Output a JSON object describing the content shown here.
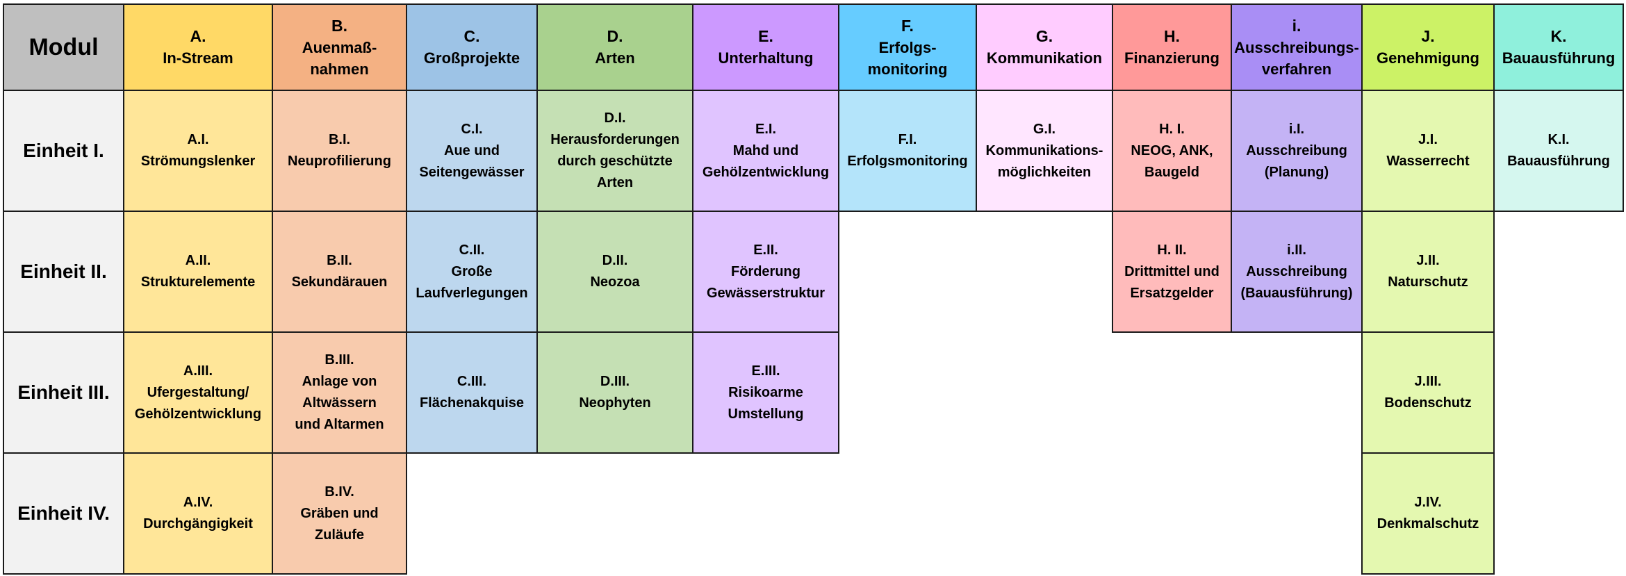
{
  "corner_label": "Modul",
  "units": [
    "Einheit I.",
    "Einheit II.",
    "Einheit III.",
    "Einheit IV."
  ],
  "columns": [
    {
      "key": "A",
      "header": [
        "A.",
        "In-Stream"
      ],
      "header_color": "#FFD966",
      "cell_color": "#FFE699",
      "cells": [
        [
          "A.I.",
          "Strömungslenker"
        ],
        [
          "A.II.",
          "Strukturelemente"
        ],
        [
          "A.III.",
          "Ufergestaltung/",
          "Gehölzentwicklung"
        ],
        [
          "A.IV.",
          "Durchgängigkeit"
        ]
      ]
    },
    {
      "key": "B",
      "header": [
        "B.",
        "Auenmaß-",
        "nahmen"
      ],
      "header_color": "#F4B183",
      "cell_color": "#F8CBAD",
      "cells": [
        [
          "B.I.",
          "Neuprofilierung"
        ],
        [
          "B.II.",
          "Sekundärauen"
        ],
        [
          "B.III.",
          "Anlage von",
          "Altwässern",
          "und Altarmen"
        ],
        [
          "B.IV.",
          "Gräben und",
          "Zuläufe"
        ]
      ]
    },
    {
      "key": "C",
      "header": [
        "C.",
        "Großprojekte"
      ],
      "header_color": "#9DC3E6",
      "cell_color": "#BDD7EE",
      "cells": [
        [
          "C.I.",
          "Aue und",
          "Seitengewässer"
        ],
        [
          "C.II.",
          "Große",
          "Laufverlegungen"
        ],
        [
          "C.III.",
          "Flächenakquise"
        ]
      ]
    },
    {
      "key": "D",
      "header": [
        "D.",
        "Arten"
      ],
      "header_color": "#A9D18E",
      "cell_color": "#C5E0B4",
      "cells": [
        [
          "D.I.",
          "Herausforderungen",
          "durch geschützte",
          "Arten"
        ],
        [
          "D.II.",
          "Neozoa"
        ],
        [
          "D.III.",
          "Neophyten"
        ]
      ]
    },
    {
      "key": "E",
      "header": [
        "E.",
        "Unterhaltung"
      ],
      "header_color": "#CC99FF",
      "cell_color": "#E0C4FF",
      "cells": [
        [
          "E.I.",
          "Mahd und",
          "Gehölzentwicklung"
        ],
        [
          "E.II.",
          "Förderung",
          "Gewässerstruktur"
        ],
        [
          "E.III.",
          "Risikoarme",
          "Umstellung"
        ]
      ]
    },
    {
      "key": "F",
      "header": [
        "F.",
        "Erfolgs-",
        "monitoring"
      ],
      "header_color": "#66CCFF",
      "cell_color": "#B4E4FA",
      "cells": [
        [
          "F.I.",
          "Erfolgsmonitoring"
        ]
      ]
    },
    {
      "key": "G",
      "header": [
        "G.",
        "Kommunikation"
      ],
      "header_color": "#FFCCFF",
      "cell_color": "#FFE6FF",
      "cells": [
        [
          "G.I.",
          "Kommunikations-",
          "möglichkeiten"
        ]
      ]
    },
    {
      "key": "H",
      "header": [
        "H.",
        "Finanzierung"
      ],
      "header_color": "#FF9999",
      "cell_color": "#FFBBBB",
      "cells": [
        [
          "H. I.",
          "NEOG, ANK,",
          "Baugeld"
        ],
        [
          "H. II.",
          "Drittmittel und",
          "Ersatzgelder"
        ]
      ]
    },
    {
      "key": "i",
      "header": [
        "i.",
        "Ausschreibungs-",
        "verfahren"
      ],
      "header_color": "#A98EF5",
      "cell_color": "#C4B3F5",
      "cells": [
        [
          "i.I.",
          "Ausschreibung",
          "(Planung)"
        ],
        [
          "i.II.",
          "Ausschreibung",
          "(Bauausführung)"
        ]
      ]
    },
    {
      "key": "J",
      "header": [
        "J.",
        "Genehmigung"
      ],
      "header_color": "#CCF266",
      "cell_color": "#E4F8B0",
      "cells": [
        [
          "J.I.",
          "Wasserrecht"
        ],
        [
          "J.II.",
          "Naturschutz"
        ],
        [
          "J.III.",
          "Bodenschutz"
        ],
        [
          "J.IV.",
          "Denkmalschutz"
        ]
      ]
    },
    {
      "key": "K",
      "header": [
        "K.",
        "Bauausführung"
      ],
      "header_color": "#8FF0DC",
      "cell_color": "#D5F7EF",
      "cells": [
        [
          "K.I.",
          "Bauausführung"
        ]
      ]
    }
  ],
  "colors": {
    "corner": "#BFBFBF",
    "unit_label": "#F2F2F2",
    "border": "#1a1a1a"
  }
}
